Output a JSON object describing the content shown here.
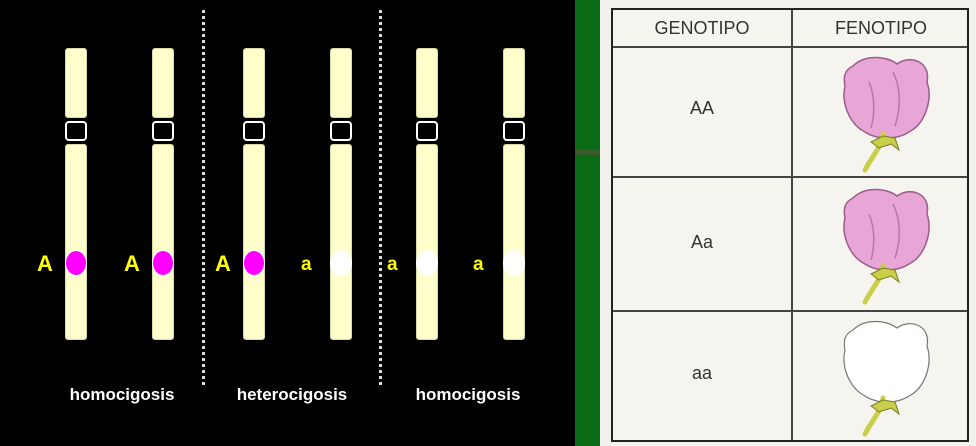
{
  "diagram": {
    "pairs": [
      {
        "label": "homocigosis",
        "alleles": [
          "A",
          "A"
        ]
      },
      {
        "label": "heterocigosis",
        "alleles": [
          "A",
          "a"
        ]
      },
      {
        "label": "homocigosis",
        "alleles": [
          "a",
          "a"
        ]
      }
    ],
    "colors": {
      "dominant_gene": "#ff00ff",
      "recessive_gene": "#ffffff",
      "chromosome": "#ffffcc",
      "allele_text": "#ffff00"
    }
  },
  "table": {
    "headers": {
      "genotype": "GENOTIPO",
      "phenotype": "FENOTIPO"
    },
    "rows": [
      {
        "genotype": "AA",
        "flower": "pink-flower"
      },
      {
        "genotype": "Aa",
        "flower": "pink-flower"
      },
      {
        "genotype": "aa",
        "flower": "white-flower"
      }
    ],
    "colors": {
      "pink": "#e8a6d6",
      "white": "#ffffff",
      "stem": "#c9cf4a"
    }
  }
}
